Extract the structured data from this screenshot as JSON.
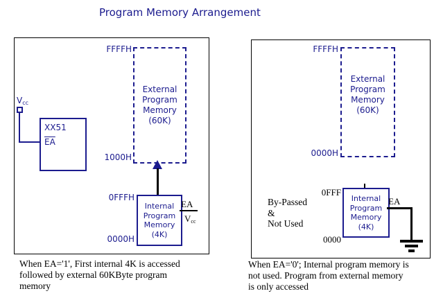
{
  "title": "Program Memory Arrangement",
  "colors": {
    "navy_accent": "#1b1b8e",
    "wire_black": "#000000",
    "background": "#ffffff"
  },
  "left_panel": {
    "vcc_source": {
      "v": "V",
      "sub": "cc"
    },
    "chip": {
      "name": "XX51",
      "ea_pin": "EA"
    },
    "external_memory": {
      "top_address": "FFFFH",
      "bottom_address": "1000H",
      "label_lines": [
        "External",
        "Program",
        "Memory",
        "(60K)"
      ]
    },
    "internal_memory": {
      "top_address": "0FFFH",
      "bottom_address": "0000H",
      "label_lines": [
        "Internal",
        "Program",
        "Memory",
        "(4K)"
      ]
    },
    "ea_pin_label": "EA",
    "ea_tied_to": {
      "v": "V",
      "sub": "cc"
    },
    "caption_lines": [
      "When EA='1', First internal 4K is accessed",
      "followed by external 60KByte program",
      "memory"
    ]
  },
  "right_panel": {
    "external_memory": {
      "top_address": "FFFFH",
      "bottom_address": "0000H",
      "label_lines": [
        "External",
        "Program",
        "Memory",
        "(60K)"
      ]
    },
    "internal_memory": {
      "top_address": "0FFF",
      "bottom_address": "0000",
      "label_lines": [
        "Internal",
        "Program",
        "Memory",
        "(4K)"
      ]
    },
    "bypass_note_lines": [
      "By-Passed",
      "&",
      "Not Used"
    ],
    "ea_pin_label": "EA",
    "caption_lines": [
      "When EA='0'; Internal program memory is",
      "not used. Program from external memory",
      "is only accessed"
    ]
  }
}
